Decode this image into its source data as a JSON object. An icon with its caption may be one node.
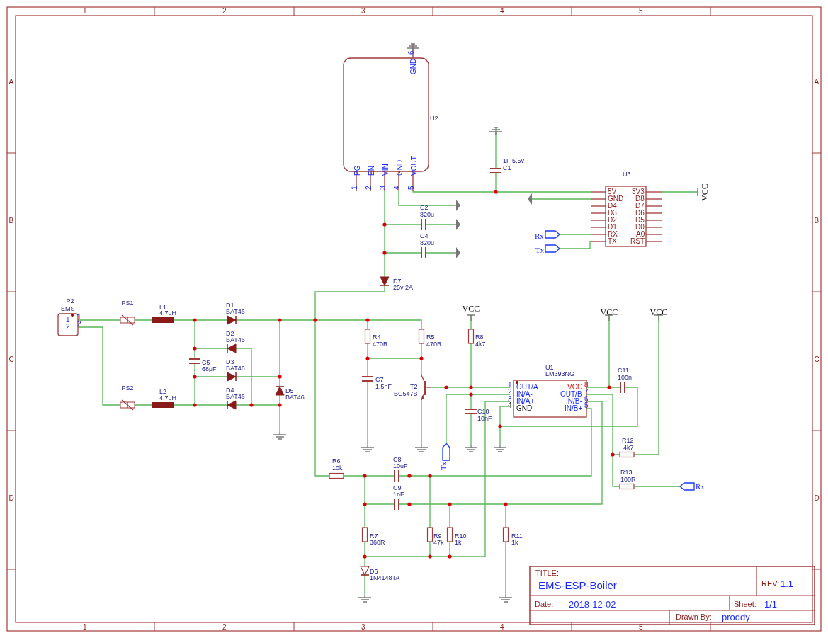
{
  "diagram": {
    "labels": [
      "1",
      "2",
      "3",
      "4",
      "5",
      "A",
      "B",
      "C",
      "D",
      "6",
      "GND",
      "U2",
      "1F 5.5v",
      "C1",
      "PG",
      "EN",
      "VIN",
      "GND",
      "VOUT",
      "1",
      "2",
      "3",
      "4",
      "5",
      "U3",
      "5V",
      "GND",
      "D4",
      "D3",
      "D2",
      "D1",
      "RX",
      "TX",
      "3V3",
      "D8",
      "D7",
      "D6",
      "D5",
      "D0",
      "A0",
      "RST",
      "VCC",
      "Rx",
      "Tx",
      "C2",
      "820u",
      "C4",
      "820u",
      "D7",
      "25v 2A",
      "P2",
      "EMS",
      "1",
      "1",
      "2",
      "2",
      "PS1",
      "L1",
      "4.7uH",
      "D1",
      "BAT46",
      "D2",
      "BAT46",
      "C5",
      "68pF",
      "D3",
      "BAT46",
      "PS2",
      "L2",
      "4.7uH",
      "D4",
      "BAT46",
      "D5",
      "BAT46",
      "VCC",
      "R4",
      "470R",
      "R5",
      "470R",
      "R8",
      "4k7",
      "C7",
      "1.5nF",
      "T2",
      "BC547B",
      "VCC",
      "VCC",
      "U1",
      "LM393NG",
      "1",
      "OUT/A",
      "2",
      "IN/A-",
      "3",
      "IN/A+",
      "4",
      "GND",
      "VCC",
      "8",
      "OUT/B",
      "7",
      "IN/B-",
      "6",
      "IN/B+",
      "5",
      "C10",
      "10nF",
      "C11",
      "100n",
      "R12",
      "4k7",
      "Tx",
      "R6",
      "10k",
      "C8",
      "10uF",
      "R13",
      "100R",
      "C9",
      "Rx",
      "1nF",
      "R7",
      "360R",
      "R9",
      "47k",
      "R10",
      "1k",
      "R11",
      "1k",
      "D6",
      "1N4148TA",
      "A",
      "B",
      "C",
      "D",
      "TITLE:",
      "EMS-ESP-Boiler",
      "REV:",
      "1.1",
      "Date:",
      "2018-12-02",
      "Sheet:",
      "1/1",
      "Drawn By:",
      "proddy",
      "1",
      "2",
      "3",
      "4",
      "5"
    ]
  }
}
